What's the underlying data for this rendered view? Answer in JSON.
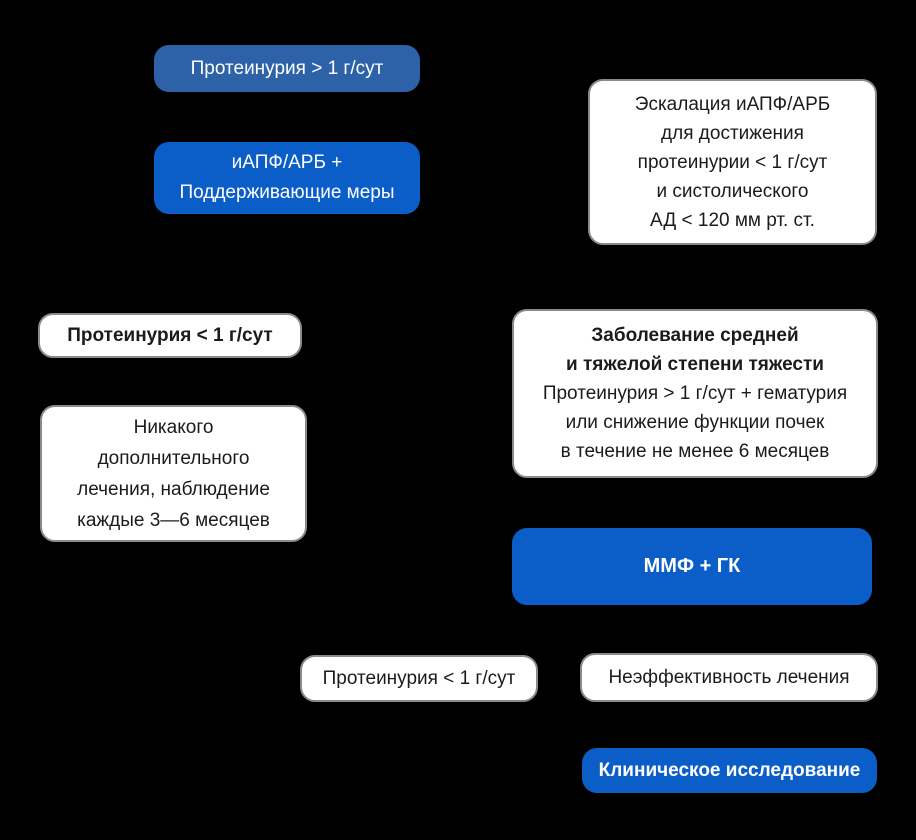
{
  "diagram": {
    "background_color": "#000000",
    "colors": {
      "blue_bright": "#0b5ec8",
      "blue_muted": "#2d62a8",
      "white_box_bg": "#ffffff",
      "white_box_border": "#8a8a8a",
      "text_dark": "#1b1b1b",
      "text_light": "#ffffff"
    },
    "nodes": {
      "proteinuria_gt1": {
        "lines": [
          "Протеинурия > 1 г/сут"
        ]
      },
      "acei_arb": {
        "lines": [
          "иАПФ/АРБ +",
          "Поддерживающие меры"
        ]
      },
      "escalation": {
        "lines": [
          "Эскалация иАПФ/АРБ",
          "для достижения",
          "протеинурии < 1 г/сут",
          "и систолического",
          "АД < 120 мм рт. ст."
        ]
      },
      "proteinuria_lt1": {
        "lines": [
          "Протеинурия < 1 г/сут"
        ]
      },
      "no_treatment": {
        "lines": [
          "Никакого",
          "дополнительного",
          "лечения, наблюдение",
          "каждые 3—6 месяцев"
        ]
      },
      "moderate_severe": {
        "lines": [
          "Заболевание средней",
          "и тяжелой степени тяжести",
          "Протеинурия > 1 г/сут + гематурия",
          "или снижение функции почек",
          "в течение не менее 6 месяцев"
        ]
      },
      "mmf_gk": {
        "lines": [
          "ММФ + ГК"
        ]
      },
      "proteinuria_lt1_b": {
        "lines": [
          "Протеинурия < 1 г/сут"
        ]
      },
      "ineffective": {
        "lines": [
          "Неэффективность лечения"
        ]
      },
      "clinical_trial": {
        "lines": [
          "Клиническое исследование"
        ]
      }
    }
  }
}
